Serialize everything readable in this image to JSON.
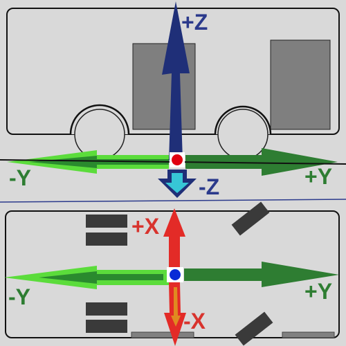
{
  "side_view": {
    "labels": {
      "plus_z": "+Z",
      "minus_z": "-Z",
      "minus_y": "-Y",
      "plus_y": "+Y"
    }
  },
  "top_view": {
    "labels": {
      "plus_x": "+X",
      "minus_x": "-X",
      "minus_y": "-Y",
      "plus_y": "+Y"
    }
  },
  "colors": {
    "background": "#d9d9d9",
    "outline": "#111111",
    "window": "#7f7f7f",
    "z_axis": "#1f2f78",
    "z_label": "#2b3a8c",
    "minus_z_arrow": "#37c6d6",
    "y_left": "#5bdc3b",
    "y_left_inner": "#2a8a2e",
    "y_right": "#2e7d32",
    "y_label": "#2e7d32",
    "x_axis": "#e32b27",
    "x_label": "#d8332d",
    "x_inner": "#e08a20",
    "origin_side": "#e0000f",
    "origin_top": "#0a2bd6",
    "divider": "#2b3a8c",
    "tire": "#333333",
    "edge_bar": "#808080"
  }
}
